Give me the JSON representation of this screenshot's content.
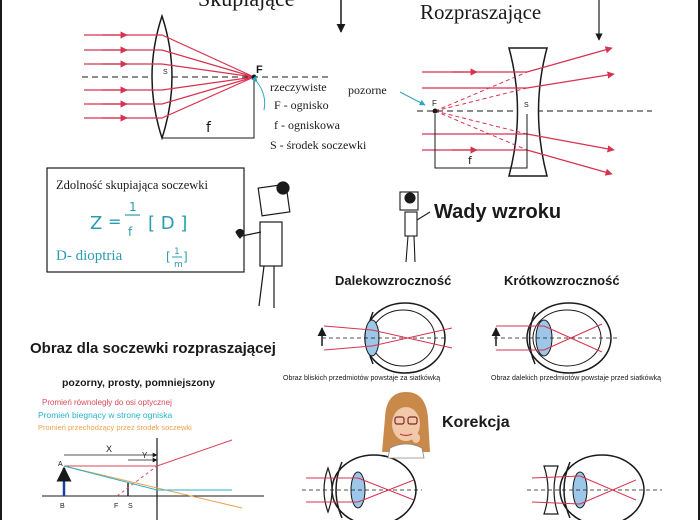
{
  "headings": {
    "converging": "Skupiające",
    "diverging": "Rozpraszające",
    "defects": "Wady wzroku",
    "diverging_image": "Obraz dla soczewki rozpraszającej",
    "correction": "Korekcja"
  },
  "converging_lens": {
    "focus": "F",
    "center": "S",
    "length": "f",
    "legend": [
      "rzeczywiste",
      "F - ognisko",
      "f - ogniskowa",
      "S - środek soczewki"
    ]
  },
  "diverging_lens": {
    "virtual": "pozorne",
    "focus": "F",
    "center": "S",
    "length": "f"
  },
  "power_box": {
    "title": "Zdolność skupiająca soczewki",
    "formula_lhs": "Z",
    "formula_eq": "=",
    "formula_num": "1",
    "formula_den": "f",
    "formula_unit": "[ D ]",
    "diopter_label": "D- dioptria",
    "diopter_unit_open": "[",
    "diopter_unit_num": "1",
    "diopter_unit_den": "m",
    "diopter_unit_close": "]"
  },
  "defects": {
    "far": {
      "title": "Dalekowzroczność",
      "caption": "Obraz bliskich przedmiotów powstaje za siatkówką"
    },
    "near": {
      "title": "Krótkowzroczność",
      "caption": "Obraz dalekich przedmiotów powstaje przed siatkówką"
    }
  },
  "image_diagram": {
    "properties": "pozorny, prosty, pomniejszony",
    "rays": [
      {
        "text": "Promień równoległy do osi optycznej",
        "color": "#d94a5a"
      },
      {
        "text": "Promień biegnący w stronę ogniska",
        "color": "#27b3c7"
      },
      {
        "text": "Promień przechodzący przez środek soczewki",
        "color": "#f0a04b"
      }
    ],
    "x_label": "X",
    "y_label": "Y",
    "point_a": "A",
    "point_b": "B",
    "point_f": "F",
    "point_s": "S"
  },
  "colors": {
    "ray_red": "#d7334f",
    "ray_teal": "#2aa7b8",
    "text_teal": "#2a9cb0",
    "lens_blue": "#9cc7e8",
    "ink": "#1a1a1a"
  }
}
